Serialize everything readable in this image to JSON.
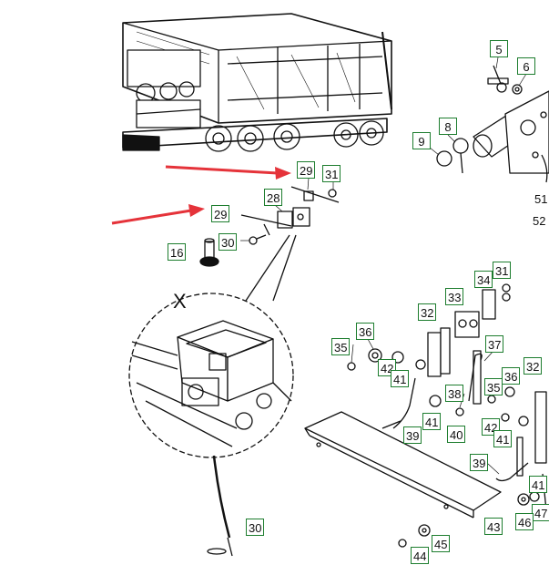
{
  "diagram": {
    "detail_mark": "X",
    "callouts": {
      "c5": "5",
      "c6": "6",
      "c8": "8",
      "c9": "9",
      "c29a": "29",
      "c31a": "31",
      "c28": "28",
      "c29b": "29",
      "c30a": "30",
      "c16": "16",
      "c51": "51",
      "c52": "52",
      "c34": "34",
      "c31b": "31",
      "c33": "33",
      "c32a": "32",
      "c36a": "36",
      "c35a": "35",
      "c42a": "42",
      "c41a": "41",
      "c37": "37",
      "c38": "38",
      "c35b": "35",
      "c36b": "36",
      "c32b": "32",
      "c41b": "41",
      "c39a": "39",
      "c40": "40",
      "c42b": "42",
      "c41c": "41",
      "c39b": "39",
      "c41d": "41",
      "c47": "47",
      "c43": "43",
      "c46": "46",
      "c44": "44",
      "c45": "45",
      "c30b": "30"
    },
    "colors": {
      "arrow": "#e5333a",
      "callout_border": "#1d7d2e",
      "line": "#111111"
    }
  }
}
